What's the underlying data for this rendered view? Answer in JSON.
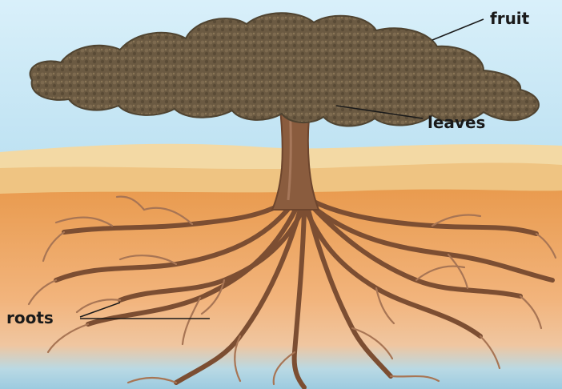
{
  "labels": {
    "fruit": "fruit",
    "leaves": "leaves",
    "roots": "roots"
  },
  "colors": {
    "sky": "#bfe3f3",
    "dune_far": "#f3d9a4",
    "dune_near": "#efc07a",
    "soil_top": "#e9a155",
    "soil_mid": "#f2b47a",
    "water": "#a9d4e6",
    "trunk": "#8a5c3e",
    "root": "#8b5a3c",
    "root_light": "#b0805c",
    "canopy": "#6b5a42",
    "canopy_dark": "#4f4330"
  }
}
